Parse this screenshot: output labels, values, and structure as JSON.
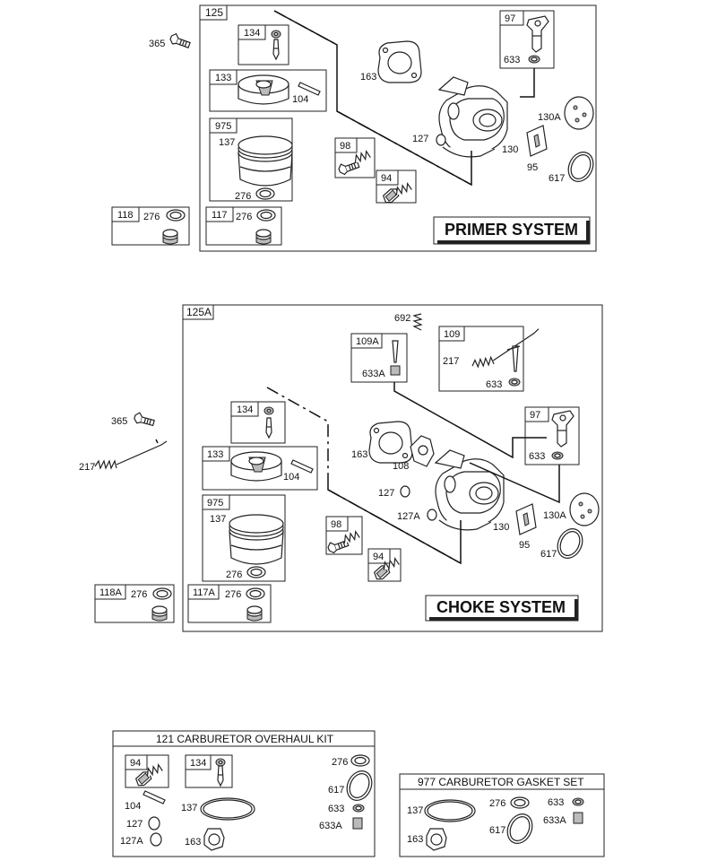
{
  "primer": {
    "assembly": "125",
    "title": "PRIMER SYSTEM",
    "labels": {
      "p365": "365",
      "p134": "134",
      "p133": "133",
      "p104": "104",
      "p975": "975",
      "p137": "137",
      "p276a": "276",
      "p118": "118",
      "p276b": "276",
      "p117": "117",
      "p276c": "276",
      "p163": "163",
      "p97": "97",
      "p633": "633",
      "p98": "98",
      "p127": "127",
      "p94": "94",
      "p130A": "130A",
      "p130": "130",
      "p95": "95",
      "p617": "617"
    }
  },
  "choke": {
    "assembly": "125A",
    "title": "CHOKE SYSTEM",
    "labels": {
      "p692": "692",
      "p365": "365",
      "p217a": "217",
      "p109A": "109A",
      "p633A": "633A",
      "p109": "109",
      "p217b": "217",
      "p633a": "633",
      "p134": "134",
      "p133": "133",
      "p104": "104",
      "p975": "975",
      "p137": "137",
      "p276a": "276",
      "p163": "163",
      "p108": "108",
      "p97": "97",
      "p633b": "633",
      "p127": "127",
      "p127A": "127A",
      "p98": "98",
      "p94": "94",
      "p130": "130",
      "p130A": "130A",
      "p95": "95",
      "p617": "617",
      "p118A": "118A",
      "p276b": "276",
      "p117A": "117A",
      "p276c": "276"
    }
  },
  "overhaul_kit": {
    "title": "121 CARBURETOR OVERHAUL KIT",
    "labels": {
      "p94": "94",
      "p134": "134",
      "p276": "276",
      "p617": "617",
      "p104": "104",
      "p137": "137",
      "p633": "633",
      "p127": "127",
      "p633A": "633A",
      "p127A": "127A",
      "p163": "163"
    }
  },
  "gasket_set": {
    "title": "977 CARBURETOR GASKET SET",
    "labels": {
      "p276": "276",
      "p633": "633",
      "p137": "137",
      "p633A": "633A",
      "p617": "617",
      "p163": "163"
    }
  }
}
